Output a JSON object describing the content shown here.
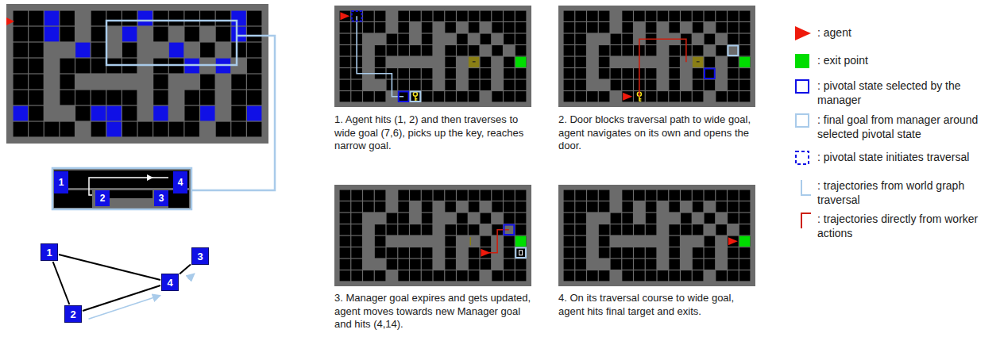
{
  "diagram": {
    "nodes": [
      {
        "text": [
          "1"
        ]
      },
      {
        "text": [
          "2"
        ]
      },
      {
        "text": [
          "3"
        ]
      },
      {
        "text": [
          "4"
        ]
      }
    ],
    "edges": [
      {
        "from": 0,
        "to": 1,
        "arrow": "none"
      },
      {
        "from": 0,
        "to": 3,
        "arrow": "none"
      },
      {
        "from": 1,
        "to": 3,
        "arrow": "none"
      },
      {
        "from": 3,
        "to": 2,
        "arrow": "none"
      },
      {
        "from": 1,
        "to": 3,
        "arrow": "to"
      },
      {
        "from": 3,
        "to": 2,
        "arrow": "to"
      }
    ],
    "labels": [
      "1",
      "2",
      "3",
      "4",
      "1. Agent hits (1, 2) and then traverses to wide goal (7,6), picks up the key, reaches narrow goal.",
      "2. Door blocks traversal path to wide goal, agent navigates on its own and opens the door.",
      "3. Manager goal expires and gets updated, agent moves towards new Manager goal and hits (4,14).",
      "4. On its traversal course to wide goal, agent hits final target and exits."
    ],
    "legend": [
      {
        "text": ": agent"
      },
      {
        "text": ": exit point",
        "color": "#00dd00"
      },
      {
        "text": ": pivotal state selected by the manager"
      },
      {
        "text": ": final goal from manager around selected pivotal state"
      },
      {
        "text": ": pivotal state initiates traversal"
      },
      {
        "text": ": trajectories from world graph traversal"
      },
      {
        "text": ": trajectories directly from worker actions"
      }
    ]
  }
}
